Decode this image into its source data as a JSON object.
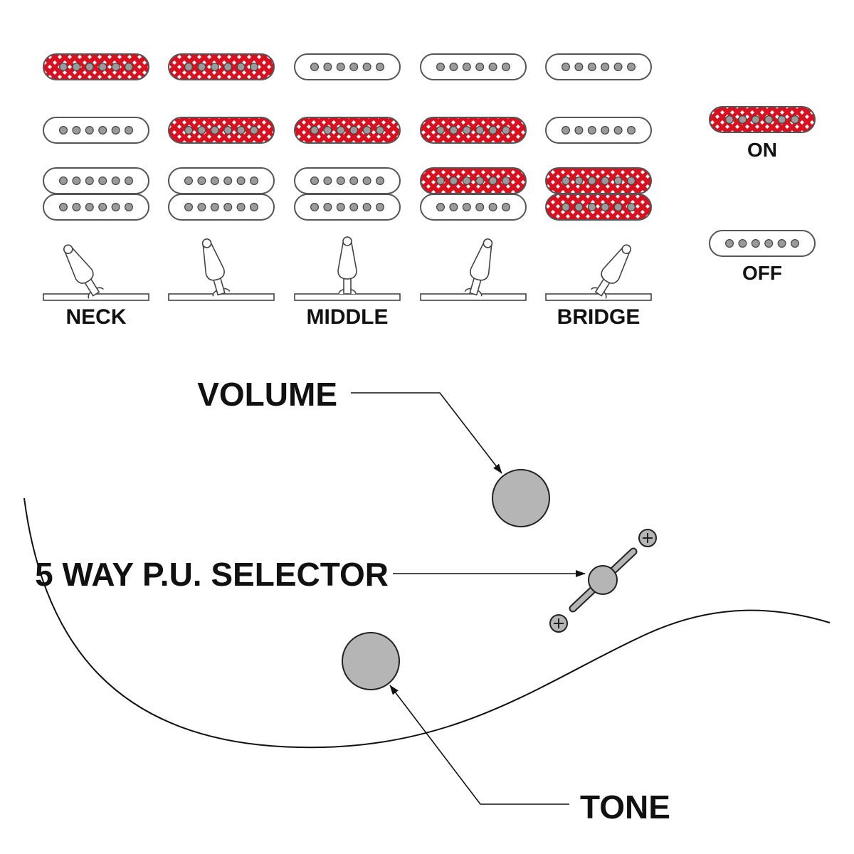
{
  "colors": {
    "active_fill": "#d8101f",
    "inactive_fill": "#ffffff",
    "outline": "#555555",
    "pole": "#9a9a9a",
    "knob": "#b5b5b5",
    "line": "#111111"
  },
  "positions": [
    {
      "label": "NECK",
      "lever": "far-left",
      "pickups": {
        "top": true,
        "middle": false,
        "bridge_upper": false,
        "bridge_lower": false
      }
    },
    {
      "label": "",
      "lever": "left",
      "pickups": {
        "top": true,
        "middle": true,
        "bridge_upper": false,
        "bridge_lower": false
      }
    },
    {
      "label": "MIDDLE",
      "lever": "center",
      "pickups": {
        "top": false,
        "middle": true,
        "bridge_upper": false,
        "bridge_lower": false
      }
    },
    {
      "label": "",
      "lever": "right",
      "pickups": {
        "top": false,
        "middle": true,
        "bridge_upper": true,
        "bridge_lower": false
      }
    },
    {
      "label": "BRIDGE",
      "lever": "far-right",
      "pickups": {
        "top": false,
        "middle": false,
        "bridge_upper": true,
        "bridge_lower": true
      }
    }
  ],
  "legend": {
    "on_label": "ON",
    "off_label": "OFF"
  },
  "controls": {
    "volume_label": "VOLUME",
    "selector_label": "5 WAY P.U. SELECTOR",
    "tone_label": "TONE"
  },
  "icons": {
    "screw": "screw-icon",
    "knob": "knob-icon",
    "lever": "switch-lever-icon"
  }
}
